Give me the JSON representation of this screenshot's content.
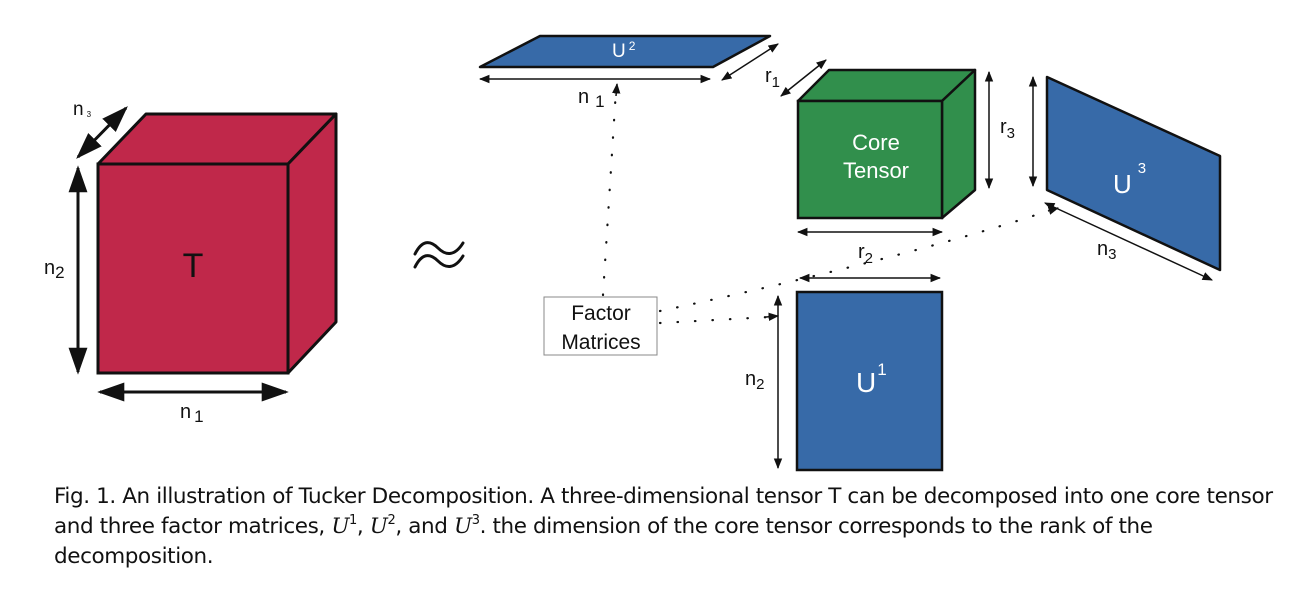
{
  "figure": {
    "tensor": {
      "label": "T",
      "color": "#c0284a",
      "dims": {
        "width": "n",
        "width_sub": "1",
        "height": "n",
        "height_sub": "2",
        "depth": "n",
        "depth_sub": "3"
      }
    },
    "approx_symbol": "≈",
    "u2": {
      "label": "U",
      "sup": "2",
      "color": "#376aa8",
      "dim_long": "n",
      "dim_long_sub": "1",
      "dim_short": "r",
      "dim_short_sub": "1"
    },
    "core": {
      "line1": "Core",
      "line2": "Tensor",
      "color": "#318f4c",
      "dim_depth": "r",
      "dim_depth_sub": "1",
      "dim_height": "r",
      "dim_height_sub": "3",
      "dim_width": "r",
      "dim_width_sub": "2"
    },
    "u3": {
      "label": "U",
      "sup": "3",
      "color": "#376aa8",
      "dim_long": "n",
      "dim_long_sub": "3"
    },
    "u1": {
      "label": "U",
      "sup": "1",
      "color": "#376aa8",
      "dim_height": "n",
      "dim_height_sub": "2"
    },
    "factor_box": {
      "line1": "Factor",
      "line2": "Matrices"
    }
  },
  "caption": {
    "lead": "Fig. 1.  An illustration of Tucker Decomposition. A three-dimensional tensor T can be decomposed into one core tensor and three factor matrices, ",
    "u1": "U",
    "u1_sup": "1",
    "sep1": ", ",
    "u2": "U",
    "u2_sup": "2",
    "sep2": ", and ",
    "u3": "U",
    "u3_sup": "3",
    "tail": ". the dimension of the core tensor corresponds to the rank of the decomposition."
  }
}
